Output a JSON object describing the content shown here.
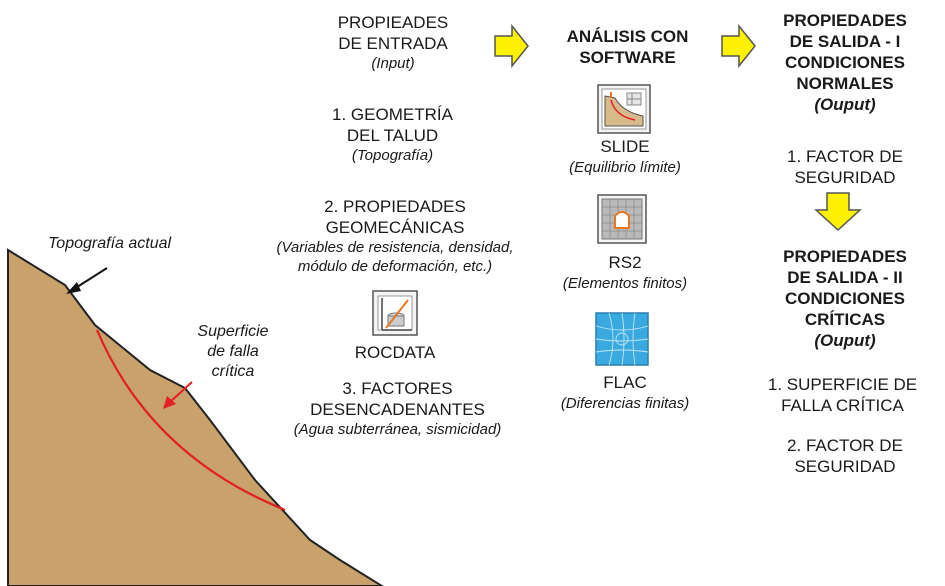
{
  "colors": {
    "slope_fill": "#c8a16b",
    "failure_line": "#e31e24",
    "arrow_fill": "#fff200",
    "arrow_stroke": "#555555"
  },
  "input": {
    "title_line1": "PROPIEADES",
    "title_line2": "DE ENTRADA",
    "subtitle": "(Input)"
  },
  "analysis": {
    "title_line1": "ANÁLISIS CON",
    "title_line2": "SOFTWARE"
  },
  "output1": {
    "line1": "PROPIEDADES",
    "line2": "DE SALIDA - I",
    "line3": "CONDICIONES",
    "line4": "NORMALES",
    "subtitle": "(Ouput)",
    "item1_line1": "1. FACTOR DE",
    "item1_line2": "SEGURIDAD"
  },
  "output2": {
    "line1": "PROPIEDADES",
    "line2": "DE SALIDA - II",
    "line3": "CONDICIONES",
    "line4": "CRÍTICAS",
    "subtitle": "(Ouput)",
    "item1_line1": "1. SUPERFICIE DE",
    "item1_line2": "FALLA CRÍTICA",
    "item2_line1": "2. FACTOR DE",
    "item2_line2": "SEGURIDAD"
  },
  "inputs": {
    "geometry_line1": "1. GEOMETRÍA",
    "geometry_line2": "DEL TALUD",
    "geometry_sub": "(Topografía)",
    "geomech_line1": "2. PROPIEDADES",
    "geomech_line2": "GEOMECÁNICAS",
    "geomech_sub1": "(Variables de resistencia, densidad,",
    "geomech_sub2": "módulo de deformación, etc.)",
    "rocdata": "ROCDATA",
    "triggers_line1": "3. FACTORES",
    "triggers_line2": "DESENCADENANTES",
    "triggers_sub": "(Agua subterránea, sismicidad)"
  },
  "software": {
    "slide": "SLIDE",
    "slide_sub": "(Equilibrio límite)",
    "rs2": "RS2",
    "rs2_sub": "(Elementos finitos)",
    "flac": "FLAC",
    "flac_sub": "(Diferencias finitas)"
  },
  "slope": {
    "topo_label": "Topografía actual",
    "failure_line1": "Superficie",
    "failure_line2": "de falla",
    "failure_line3": "crítica"
  }
}
